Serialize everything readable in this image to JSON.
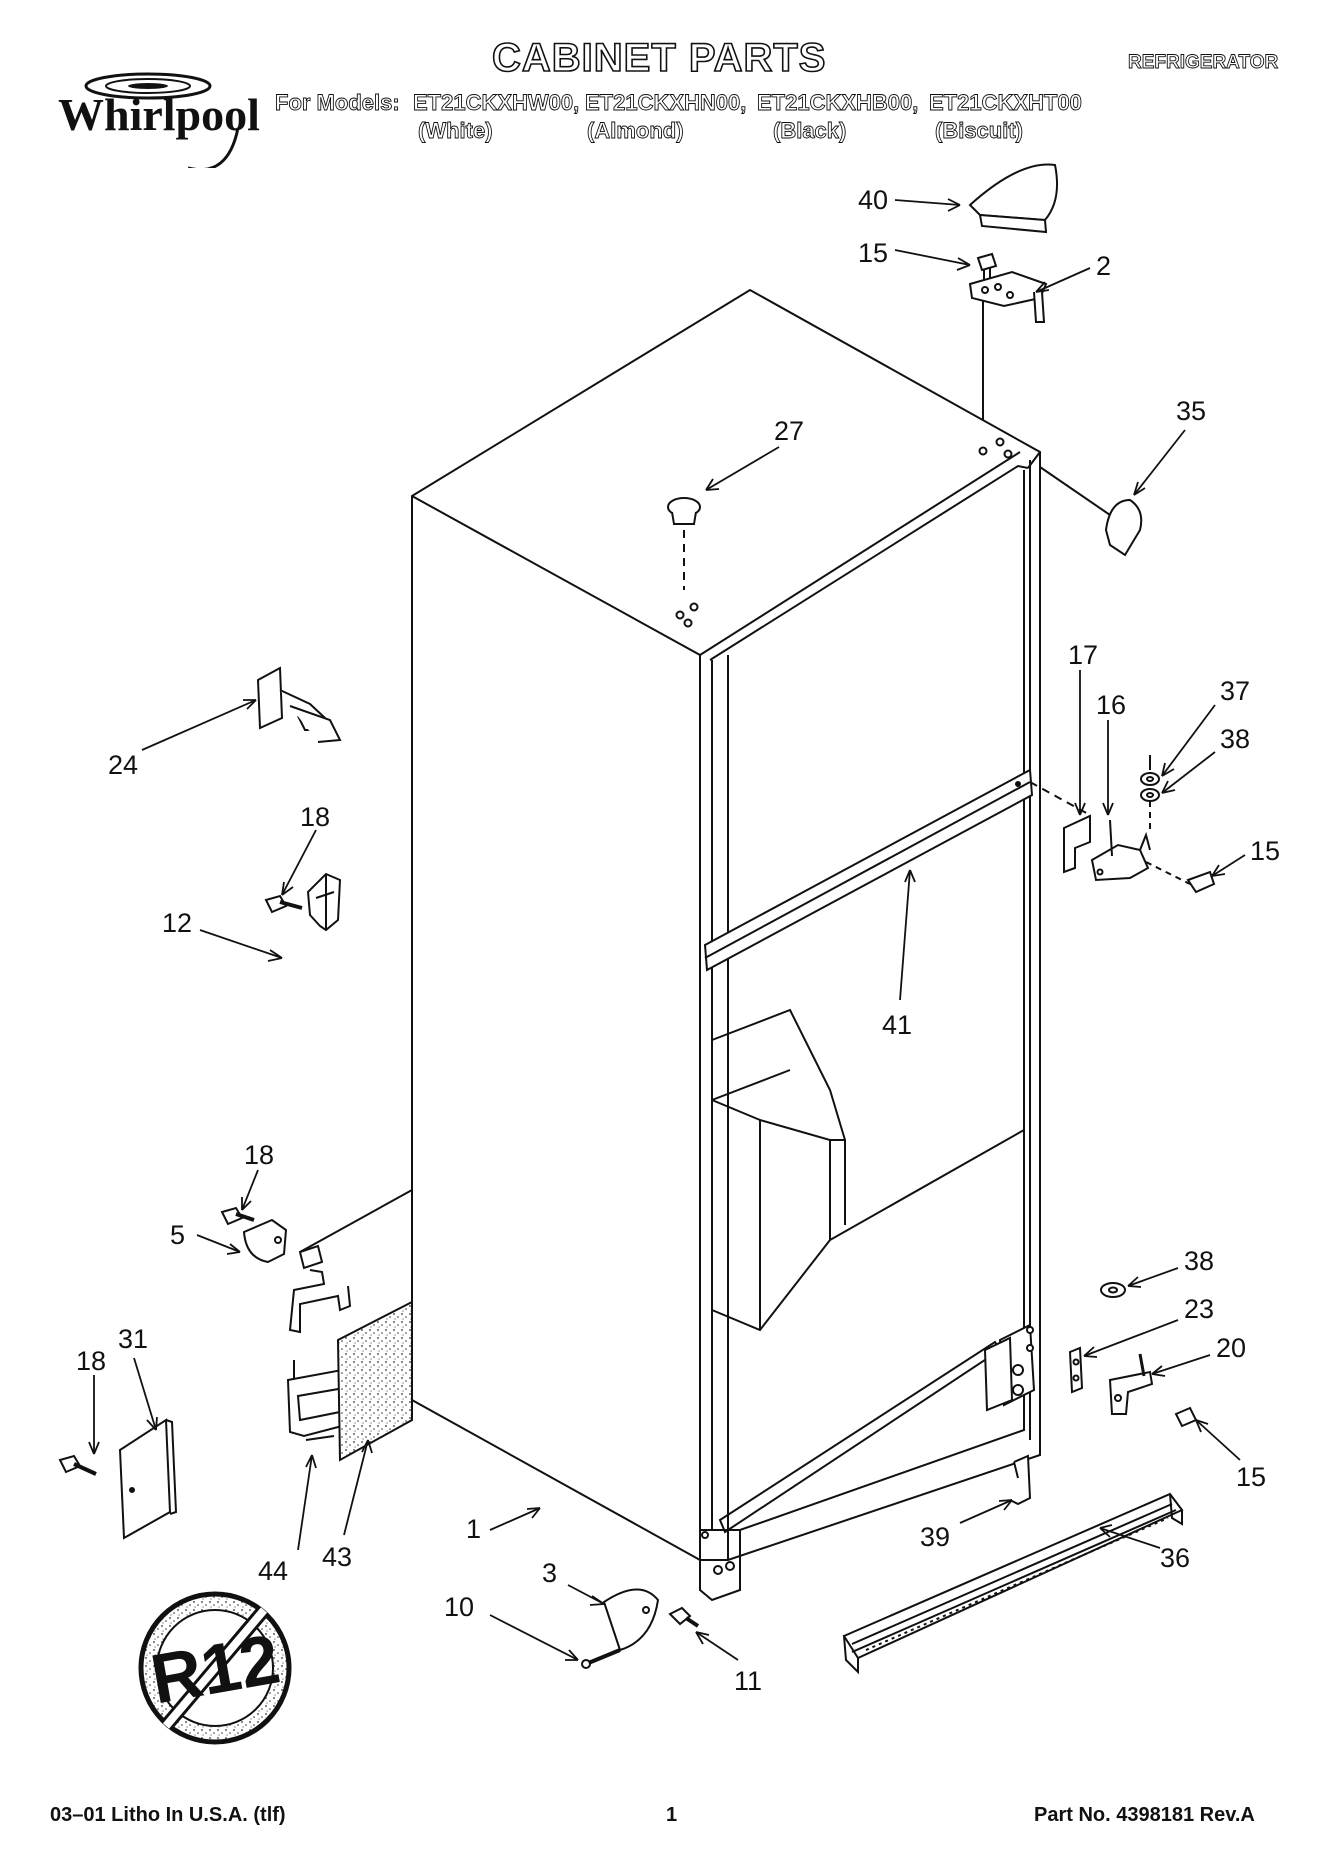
{
  "header": {
    "brand": "Whirlpool",
    "title": "CABINET PARTS",
    "category": "REFRIGERATOR",
    "models_prefix": "For Models:",
    "models": [
      "ET21CKXHW00,",
      "ET21CKXHN00,",
      "ET21CKXHB00,",
      "ET21CKXHT00"
    ],
    "colors": [
      "(White)",
      "(Almond)",
      "(Black)",
      "(Biscuit)"
    ]
  },
  "diagram": {
    "callouts": [
      "40",
      "15",
      "2",
      "35",
      "27",
      "17",
      "16",
      "37",
      "38",
      "15",
      "24",
      "18",
      "12",
      "41",
      "18",
      "5",
      "38",
      "23",
      "20",
      "15",
      "18",
      "31",
      "44",
      "43",
      "1",
      "39",
      "36",
      "3",
      "10",
      "11"
    ],
    "r12_symbol": "R12"
  },
  "footer": {
    "litho": "03–01 Litho In U.S.A. (tlf)",
    "page": "1",
    "part_no": "Part No. 4398181 Rev.A"
  }
}
